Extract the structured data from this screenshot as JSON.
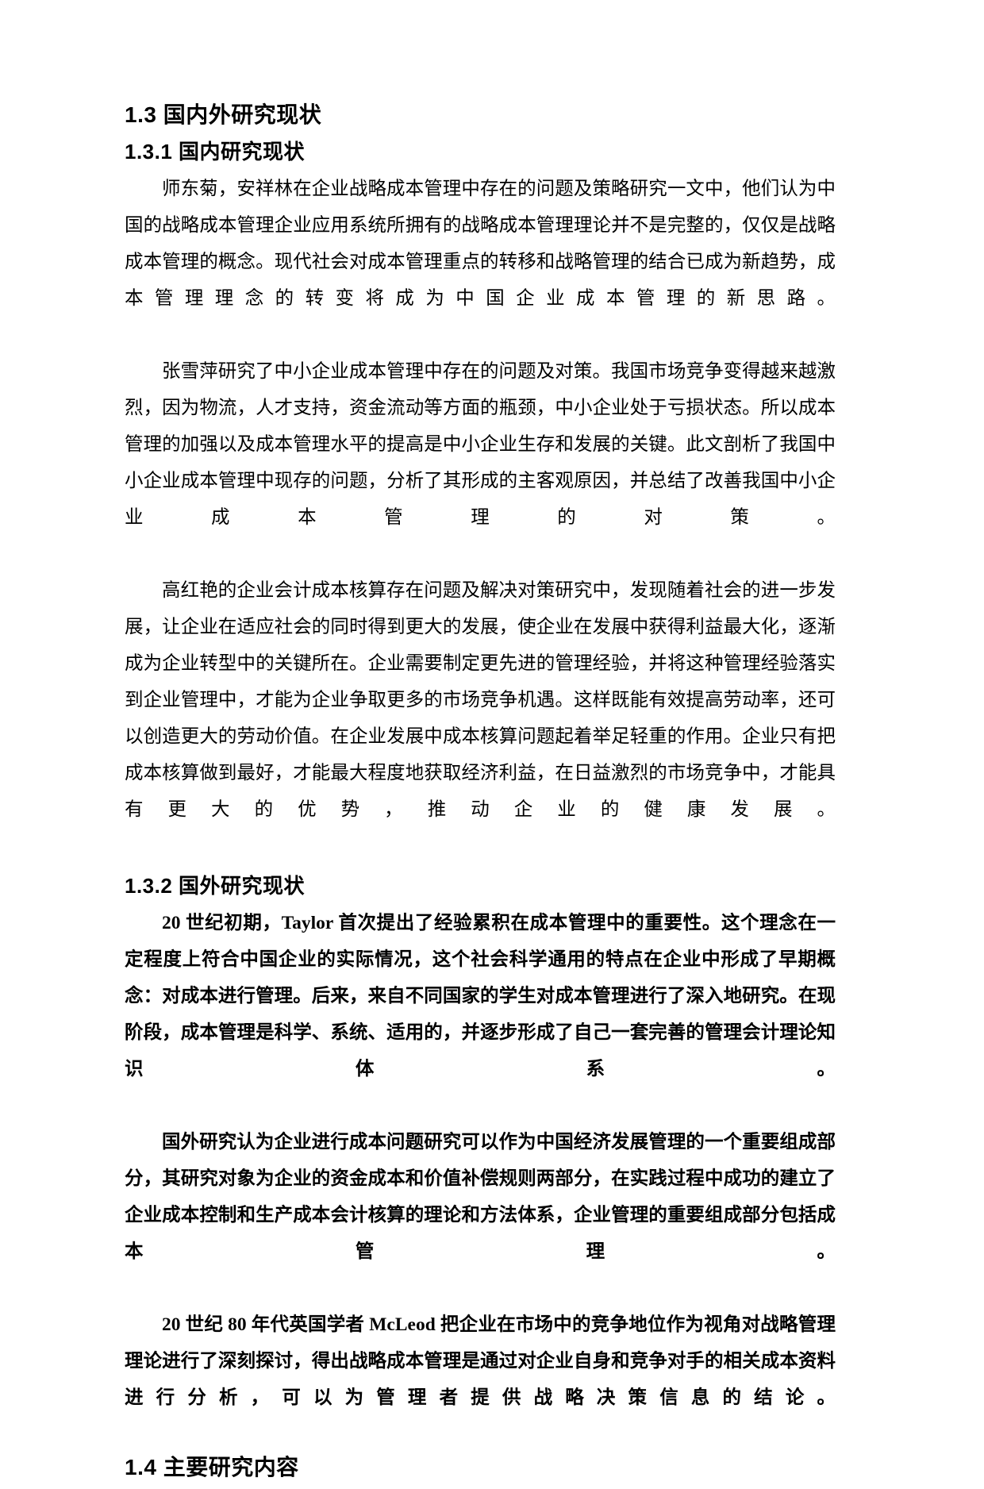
{
  "document": {
    "page_background": "#ffffff",
    "text_color": "#000000"
  },
  "sections": [
    {
      "id": "sec-1-3",
      "level": 2,
      "heading": "1.3 国内外研究现状",
      "paragraphs": []
    },
    {
      "id": "sec-1-3-1",
      "level": 3,
      "heading": "1.3.1 国内研究现状",
      "paragraphs": [
        "师东菊，安祥林在企业战略成本管理中存在的问题及策略研究一文中，他们认为中国的战略成本管理企业应用系统所拥有的战略成本管理理论并不是完整的，仅仅是战略成本管理的概念。现代社会对成本管理重点的转移和战略管理的结合已成为新趋势，成本管理理念的转变将成为中国企业成本管理的新思路。",
        "张雪萍研究了中小企业成本管理中存在的问题及对策。我国市场竞争变得越来越激烈，因为物流，人才支持，资金流动等方面的瓶颈，中小企业处于亏损状态。所以成本管理的加强以及成本管理水平的提高是中小企业生存和发展的关键。此文剖析了我国中小企业成本管理中现存的问题，分析了其形成的主客观原因，并总结了改善我国中小企业成本管理的对策。",
        "高红艳的企业会计成本核算存在问题及解决对策研究中，发现随着社会的进一步发展，让企业在适应社会的同时得到更大的发展，使企业在发展中获得利益最大化，逐渐成为企业转型中的关键所在。企业需要制定更先进的管理经验，并将这种管理经验落实到企业管理中，才能为企业争取更多的市场竞争机遇。这样既能有效提高劳动率，还可以创造更大的劳动价值。在企业发展中成本核算问题起着举足轻重的作用。企业只有把成本核算做到最好，才能最大程度地获取经济利益，在日益激烈的市场竞争中，才能具有更大的优势，推动企业的健康发展。"
      ]
    },
    {
      "id": "sec-1-3-2",
      "level": 3,
      "heading": "1.3.2 国外研究现状",
      "bold_body": true,
      "paragraphs": [
        "20 世纪初期，Taylor 首次提出了经验累积在成本管理中的重要性。这个理念在一定程度上符合中国企业的实际情况，这个社会科学通用的特点在企业中形成了早期概念：对成本进行管理。后来，来自不同国家的学生对成本管理进行了深入地研究。在现阶段，成本管理是科学、系统、适用的，并逐步形成了自己一套完善的管理会计理论知识体系。",
        "国外研究认为企业进行成本问题研究可以作为中国经济发展管理的一个重要组成部分，其研究对象为企业的资金成本和价值补偿规则两部分，在实践过程中成功的建立了企业成本控制和生产成本会计核算的理论和方法体系，企业管理的重要组成部分包括成本管理。",
        "20 世纪 80 年代英国学者 McLeod 把企业在市场中的竞争地位作为视角对战略管理理论进行了深刻探讨，得出战略成本管理是通过对企业自身和竞争对手的相关成本资料进行分析，可以为管理者提供战略决策信息的结论。"
      ]
    },
    {
      "id": "sec-1-4",
      "level": 2,
      "heading": "1.4 主要研究内容",
      "paragraphs": []
    }
  ]
}
